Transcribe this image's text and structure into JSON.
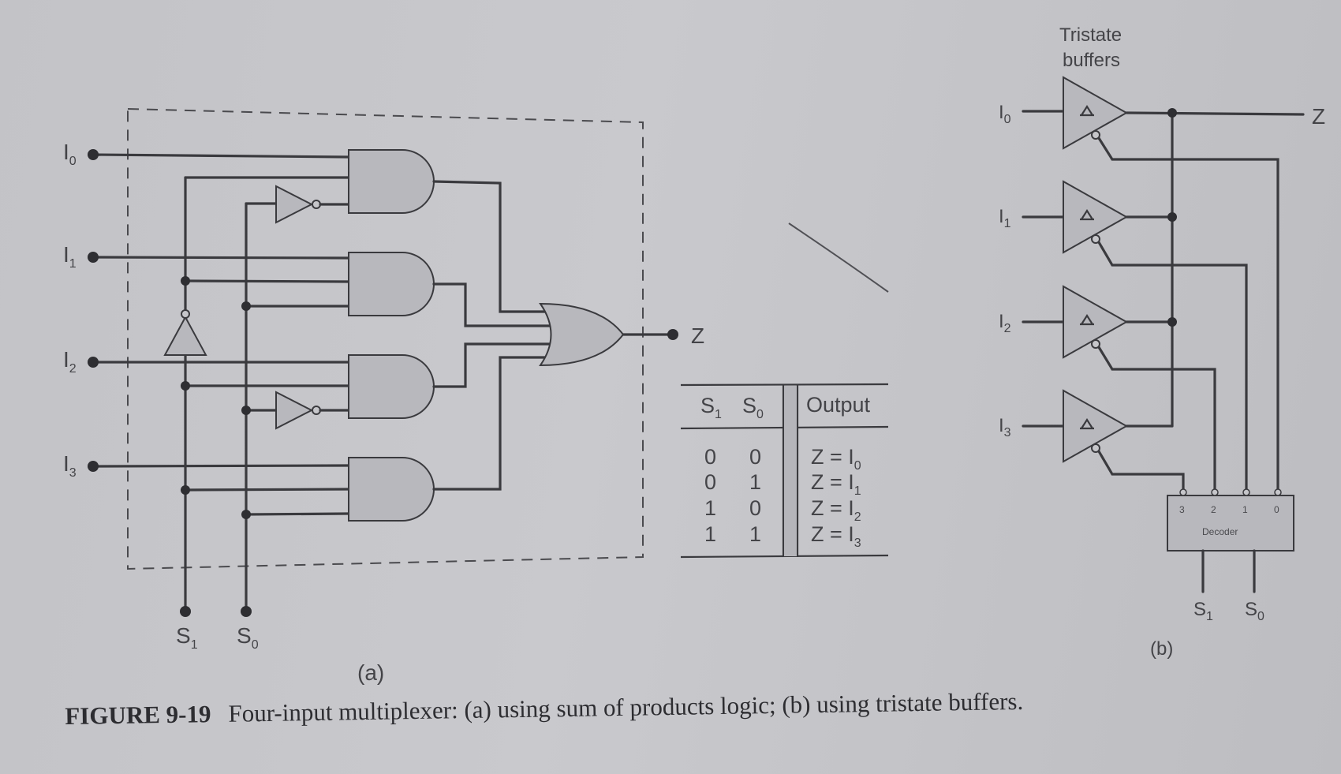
{
  "part_a": {
    "inputs": [
      {
        "base": "I",
        "sub": "0"
      },
      {
        "base": "I",
        "sub": "1"
      },
      {
        "base": "I",
        "sub": "2"
      },
      {
        "base": "I",
        "sub": "3"
      }
    ],
    "selects": [
      {
        "base": "S",
        "sub": "1"
      },
      {
        "base": "S",
        "sub": "0"
      }
    ],
    "output": "Z",
    "label": "(a)"
  },
  "truth_table": {
    "headers": [
      {
        "base": "S",
        "sub": "1"
      },
      {
        "base": "S",
        "sub": "0"
      },
      {
        "base": "Output",
        "sub": ""
      }
    ],
    "rows": [
      {
        "s1": "0",
        "s0": "0",
        "out": "Z = I",
        "out_sub": "0"
      },
      {
        "s1": "0",
        "s0": "1",
        "out": "Z = I",
        "out_sub": "1"
      },
      {
        "s1": "1",
        "s0": "0",
        "out": "Z = I",
        "out_sub": "2"
      },
      {
        "s1": "1",
        "s0": "1",
        "out": "Z = I",
        "out_sub": "3"
      }
    ]
  },
  "part_b": {
    "title_line1": "Tristate",
    "title_line2": "buffers",
    "inputs": [
      {
        "base": "I",
        "sub": "0"
      },
      {
        "base": "I",
        "sub": "1"
      },
      {
        "base": "I",
        "sub": "2"
      },
      {
        "base": "I",
        "sub": "3"
      }
    ],
    "output": "Z",
    "decoder_label": "Decoder",
    "decoder_pins": [
      "3",
      "2",
      "1",
      "0"
    ],
    "selects": [
      {
        "base": "S",
        "sub": "1"
      },
      {
        "base": "S",
        "sub": "0"
      }
    ],
    "label": "(b)"
  },
  "caption": {
    "figure": "FIGURE 9-19",
    "text": "Four-input multiplexer: (a) using sum of products logic; (b) using tristate buffers."
  }
}
